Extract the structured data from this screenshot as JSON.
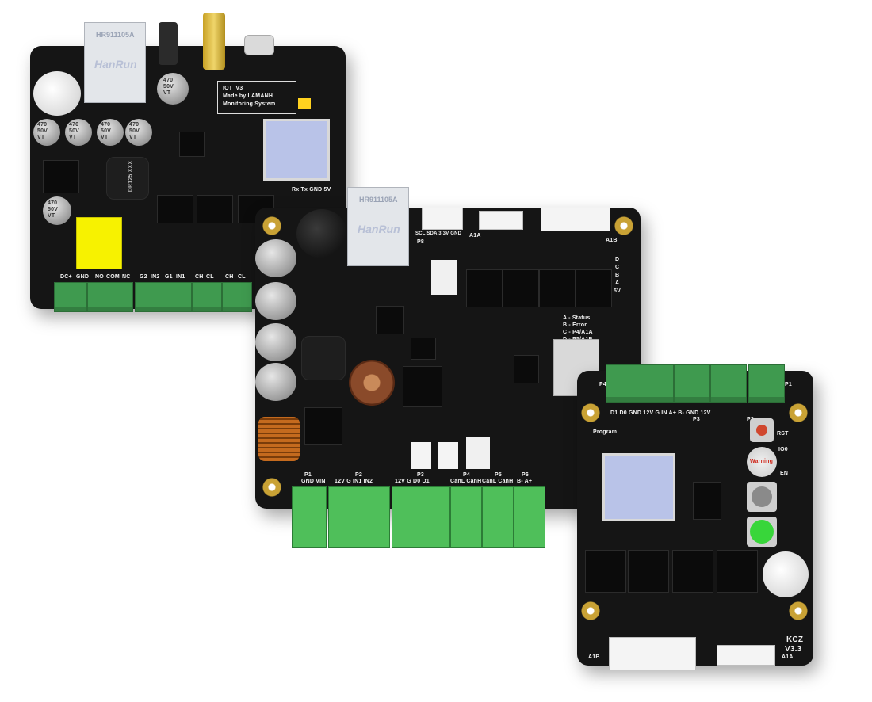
{
  "board1": {
    "eth_model": "HR911105A",
    "eth_brand": "HanRun",
    "title_line1": "IOT_V3",
    "title_line2": "Made by LAMANH",
    "title_line3": "Monitoring System",
    "uart_labels": "Rx Tx GND 5V",
    "inductor": "DR125 XXX",
    "cap_values": [
      "470 50V VT",
      "470 50V VT",
      "470 50V VT",
      "470 50V VT"
    ],
    "cap_small": "470 50V VT",
    "cap_small2": "470 50V VT",
    "terminal_labels": [
      "DC+",
      "GND",
      "NO",
      "COM",
      "NC",
      "G2",
      "IN2",
      "G1",
      "IN1",
      "CH",
      "CL",
      "CH",
      "CL"
    ]
  },
  "board2": {
    "eth_model": "HR911105A",
    "eth_brand": "HanRun",
    "header_p8": "SCL SDA 3.3V GND",
    "p8_label": "P8",
    "a1a_label": "A1A",
    "a1b_label": "A1B",
    "dcba": [
      "D",
      "C",
      "B",
      "A",
      "5V"
    ],
    "status_legend": [
      "A - Status",
      "B - Error",
      "C - P4/A1A",
      "D - P5/A1B"
    ],
    "bottom_groups": [
      {
        "id": "P1",
        "pins": "GND VIN"
      },
      {
        "id": "P2",
        "pins": "12V G IN1 IN2"
      },
      {
        "id": "P3",
        "pins": "12V G D0 D1"
      },
      {
        "id": "P4",
        "pins": "CanL CanH"
      },
      {
        "id": "P5",
        "pins": "CanL CanH"
      },
      {
        "id": "P6",
        "pins": "B- A+"
      }
    ]
  },
  "board3": {
    "top_labels": [
      "P4",
      "P1"
    ],
    "pin_row": "D1 D0 GND 12V G IN A+ B- GND 12V",
    "p3_label": "P3",
    "p2_label": "P2",
    "program_label": "Program",
    "side_labels": [
      "RST",
      "IO0",
      "EN"
    ],
    "buzzer_text": "Warning",
    "model_line1": "KCZ",
    "model_line2": "V3.3",
    "a1b_label": "A1B",
    "a1a_label": "A1A"
  }
}
